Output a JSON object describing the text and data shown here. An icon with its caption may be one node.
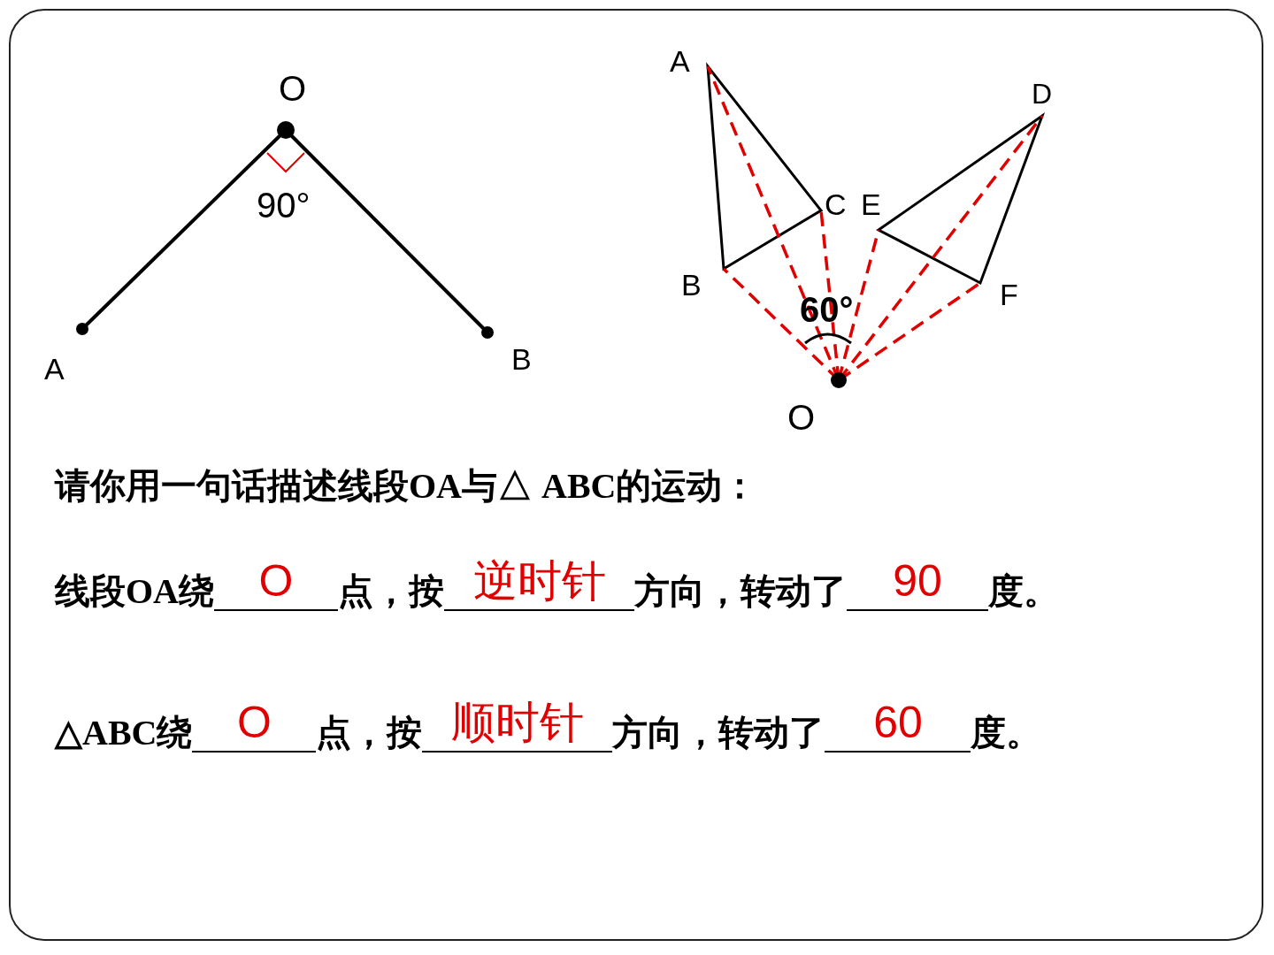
{
  "diagram": {
    "labels": [
      "O",
      "90°",
      "A",
      "B",
      "A",
      "D",
      "C",
      "E",
      "B",
      "F",
      "60°",
      "O",
      "请你用一句话描述线段OA与△ ABC的运动：",
      "线段OA绕",
      "O",
      "点，按",
      "逆时针",
      "方向，转动了",
      "90",
      "度。",
      "△ABC绕",
      "O",
      "点，按",
      "顺时针",
      "方向，转动了",
      "60",
      "度。"
    ]
  }
}
